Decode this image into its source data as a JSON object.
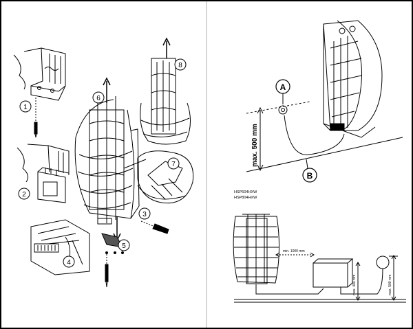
{
  "left_page": {
    "step_labels": [
      "1",
      "2",
      "3",
      "4",
      "5",
      "6",
      "7",
      "8"
    ]
  },
  "right_page": {
    "callout_a": "A",
    "callout_b": "B",
    "max_height_label": "max. 500 mm",
    "model_codes": [
      "HSP604HXW",
      "HSP804HXW"
    ],
    "min_distance_label": "min. 1000 mm",
    "max_box_height_label": "max. 400 mm",
    "max_outlet_height_label": "max. 500 mm"
  },
  "colors": {
    "line": "#000000",
    "border": "#000000",
    "page": "#ffffff"
  }
}
